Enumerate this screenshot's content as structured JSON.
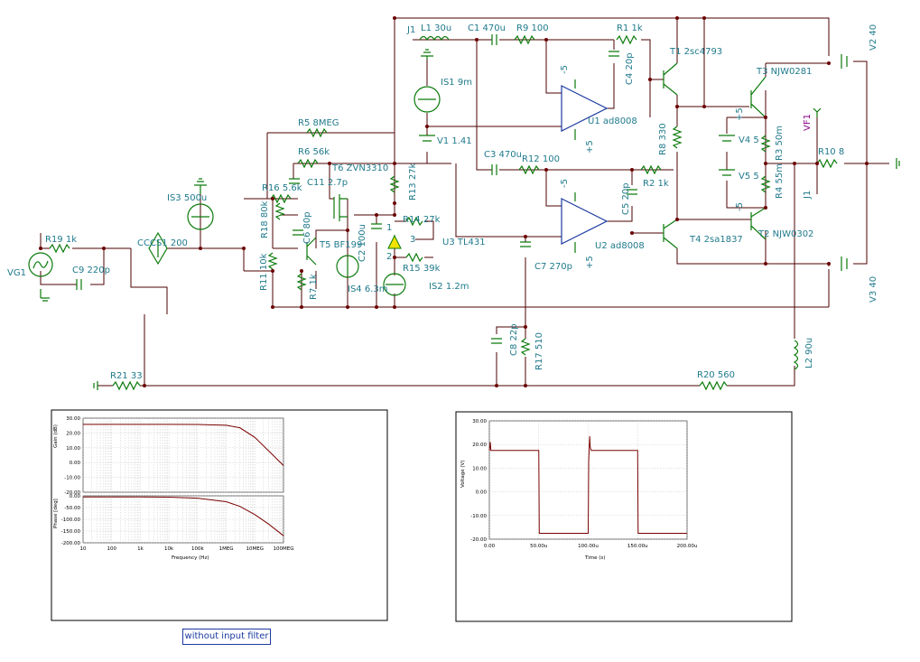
{
  "schematic": {
    "labels": {
      "VG1": "VG1",
      "R19": "R19 1k",
      "C9": "C9 220p",
      "CCCS1": "CCCS1 200",
      "IS3": "IS3 500u",
      "R21": "R21 33",
      "R11": "R11 10k",
      "R7": "R7 1k",
      "R16": "R16 5.6k",
      "R18": "R18 80k",
      "C6": "C6 80p",
      "T5": "T5 BF199",
      "R5": "R5 8MEG",
      "R6": "R6 56k",
      "C11": "C11 2.7p",
      "T6": "T6 ZVN3310",
      "C2": "C2 100u",
      "IS4": "IS4 6.3m",
      "R13": "R13 27k",
      "R14": "R14 27k",
      "R15": "R15 39k",
      "U3": "U3 TL431",
      "IS2": "IS2 1.2m",
      "J1top": "J1",
      "L1": "L1 30u",
      "IS1": "IS1 9m",
      "V1": "V1 1.41",
      "C1": "C1 470u",
      "R9": "R9 100",
      "U1": "U1 ad8008",
      "C3": "C3 470u",
      "R12": "R12 100",
      "U2": "U2 ad8008",
      "C7": "C7 270p",
      "C8": "C8 22p",
      "R17": "R17 510",
      "R20": "R20 560",
      "R1": "R1 1k",
      "C4": "C4 20p",
      "T1": "T1 2sc4793",
      "R8": "R8 330",
      "R2": "R2 1k",
      "C5": "C5 20p",
      "T4": "T4 2sa1837",
      "T3": "T3 NJW0281",
      "T2": "T2 NJW0302",
      "V4": "V4 5",
      "V5": "V5 5",
      "R3": "R3 50m",
      "R4": "R4 55m",
      "VF1": "VF1",
      "R10": "R10 8",
      "J1right": "J1",
      "L2": "L2 90u",
      "V2": "V2 40",
      "V3": "V3 40",
      "m5a": "-5",
      "p5a": "+5",
      "m5b": "-5",
      "p5b": "+5",
      "p5c": "+5",
      "m5c": "-5",
      "pin1": "1",
      "pin2": "2",
      "pin3": "3"
    }
  },
  "gain_phase_plot": {
    "gain_ylabel": "Gain (dB)",
    "phase_ylabel": "Phase [deg]",
    "xlabel": "Frequency (Hz)",
    "gain_ticks": [
      "30.00",
      "20.00",
      "10.00",
      "0.00",
      "-10.00",
      "-20.00"
    ],
    "phase_ticks": [
      "0.00",
      "-50.00",
      "-100.00",
      "-150.00",
      "-200.00"
    ],
    "freq_ticks": [
      "10",
      "100",
      "1k",
      "10k",
      "100k",
      "1MEG",
      "10MEG",
      "100MEG"
    ]
  },
  "transient_plot": {
    "ylabel": "Voltage (V)",
    "xlabel": "Time (s)",
    "y_ticks": [
      "30.00",
      "20.00",
      "10.00",
      "0.00",
      "-10.00",
      "-20.00"
    ],
    "x_ticks": [
      "0.00",
      "50.00u",
      "100.00u",
      "150.00u",
      "200.00u"
    ]
  },
  "note": "without input filter",
  "chart_data": [
    {
      "type": "line",
      "ylabel": "Gain (dB)",
      "xlabel": "Frequency (Hz)",
      "xscale": "log",
      "xlim": [
        10,
        100000000
      ],
      "ylim": [
        -20,
        30
      ],
      "x": [
        10,
        100,
        1000,
        10000,
        100000,
        1000000,
        3000000,
        10000000,
        30000000,
        100000000
      ],
      "y": [
        25.8,
        25.8,
        25.8,
        25.8,
        25.7,
        25.2,
        23.5,
        17,
        8,
        -2
      ]
    },
    {
      "type": "line",
      "ylabel": "Phase [deg]",
      "xlabel": "Frequency (Hz)",
      "xscale": "log",
      "xlim": [
        10,
        100000000
      ],
      "ylim": [
        -200,
        0
      ],
      "x": [
        10,
        100,
        1000,
        10000,
        100000,
        1000000,
        3000000,
        10000000,
        30000000,
        100000000
      ],
      "y": [
        -5,
        -5,
        -5,
        -6,
        -10,
        -25,
        -45,
        -80,
        -120,
        -170
      ]
    },
    {
      "type": "line",
      "ylabel": "Voltage (V)",
      "xlabel": "Time (s)",
      "xlim": [
        0,
        0.0002
      ],
      "ylim": [
        -20,
        30
      ],
      "x": [
        0,
        1e-06,
        1.5e-06,
        5e-05,
        5.05e-05,
        0.0001,
        0.0001005,
        0.0001015,
        0.000102,
        0.000103,
        0.00015,
        0.0001505,
        0.0002
      ],
      "y": [
        17.5,
        21,
        17.5,
        17.5,
        -17.5,
        -17.5,
        13,
        23.5,
        19,
        17.5,
        17.5,
        -17.5,
        -17.5
      ]
    }
  ]
}
